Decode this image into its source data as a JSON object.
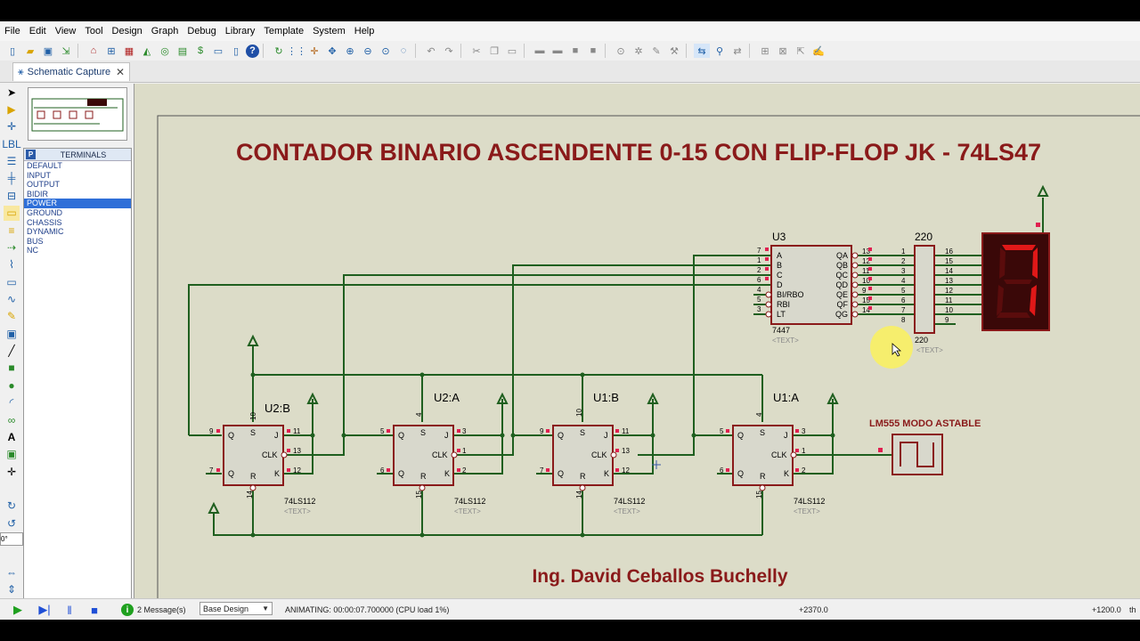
{
  "menu": [
    "File",
    "Edit",
    "View",
    "Tool",
    "Design",
    "Graph",
    "Debug",
    "Library",
    "Template",
    "System",
    "Help"
  ],
  "tab": {
    "label": "Schematic Capture",
    "close": "✕"
  },
  "terminals": {
    "panel_button": "P",
    "title": "TERMINALS",
    "items": [
      "DEFAULT",
      "INPUT",
      "OUTPUT",
      "BIDIR",
      "POWER",
      "GROUND",
      "CHASSIS",
      "DYNAMIC",
      "BUS",
      "NC"
    ],
    "selected": "POWER"
  },
  "left_field": "0°",
  "schematic": {
    "title": "CONTADOR BINARIO ASCENDENTE 0-15 CON FLIP-FLOP JK - 74LS47",
    "author": "Ing. David Ceballos Buchelly",
    "text_placeholder": "<TEXT>",
    "decoder": {
      "ref": "U3",
      "part": "7447",
      "inputs": [
        "A",
        "B",
        "C",
        "D",
        "BI/RBO",
        "RBI",
        "LT"
      ],
      "input_pins": [
        "7",
        "1",
        "2",
        "6",
        "4",
        "5",
        "3"
      ],
      "outputs": [
        "QA",
        "QB",
        "QC",
        "QD",
        "QE",
        "QF",
        "QG"
      ],
      "output_pins": [
        "13",
        "12",
        "11",
        "10",
        "9",
        "15",
        "14"
      ]
    },
    "resistor": {
      "ref": "220",
      "part": "220",
      "left_pins": [
        "1",
        "2",
        "3",
        "4",
        "5",
        "6",
        "7",
        "8"
      ],
      "right_pins": [
        "16",
        "15",
        "14",
        "13",
        "12",
        "11",
        "10",
        "9"
      ]
    },
    "display_digit": "7",
    "flipflops": [
      {
        "ref": "U2:B",
        "part": "74LS112",
        "s_pin": "10",
        "j_pin": "11",
        "clk_pin": "13",
        "k_pin": "12",
        "q_pin": "9",
        "qn_pin": "7",
        "r_pin": "14"
      },
      {
        "ref": "U2:A",
        "part": "74LS112",
        "s_pin": "4",
        "j_pin": "3",
        "clk_pin": "1",
        "k_pin": "2",
        "q_pin": "5",
        "qn_pin": "6",
        "r_pin": "15"
      },
      {
        "ref": "U1:B",
        "part": "74LS112",
        "s_pin": "10",
        "j_pin": "11",
        "clk_pin": "13",
        "k_pin": "12",
        "q_pin": "9",
        "qn_pin": "7",
        "r_pin": "14"
      },
      {
        "ref": "U1:A",
        "part": "74LS112",
        "s_pin": "4",
        "j_pin": "3",
        "clk_pin": "1",
        "k_pin": "2",
        "q_pin": "5",
        "qn_pin": "6",
        "r_pin": "15"
      }
    ],
    "ff_labels": {
      "q": "Q",
      "s": "S",
      "j": "J",
      "clk": "CLK",
      "qn": "Q",
      "r": "R",
      "k": "K"
    },
    "generator_label": "LM555 MODO ASTABLE"
  },
  "status": {
    "messages": "2 Message(s)",
    "design": "Base Design",
    "animating": "ANIMATING: 00:00:07.700000 (CPU load 1%)",
    "coord_x": "+2370.0",
    "coord_y": "+1200.0",
    "unit": "th"
  },
  "colors": {
    "wire": "#1f5f1f",
    "part_outline": "#8a1a1a",
    "part_fill": "#d8d8cc",
    "title": "#8a1a1a",
    "segment_on": "#e01818",
    "segment_off": "#5a0c0c",
    "display_bg": "#3a0808"
  }
}
